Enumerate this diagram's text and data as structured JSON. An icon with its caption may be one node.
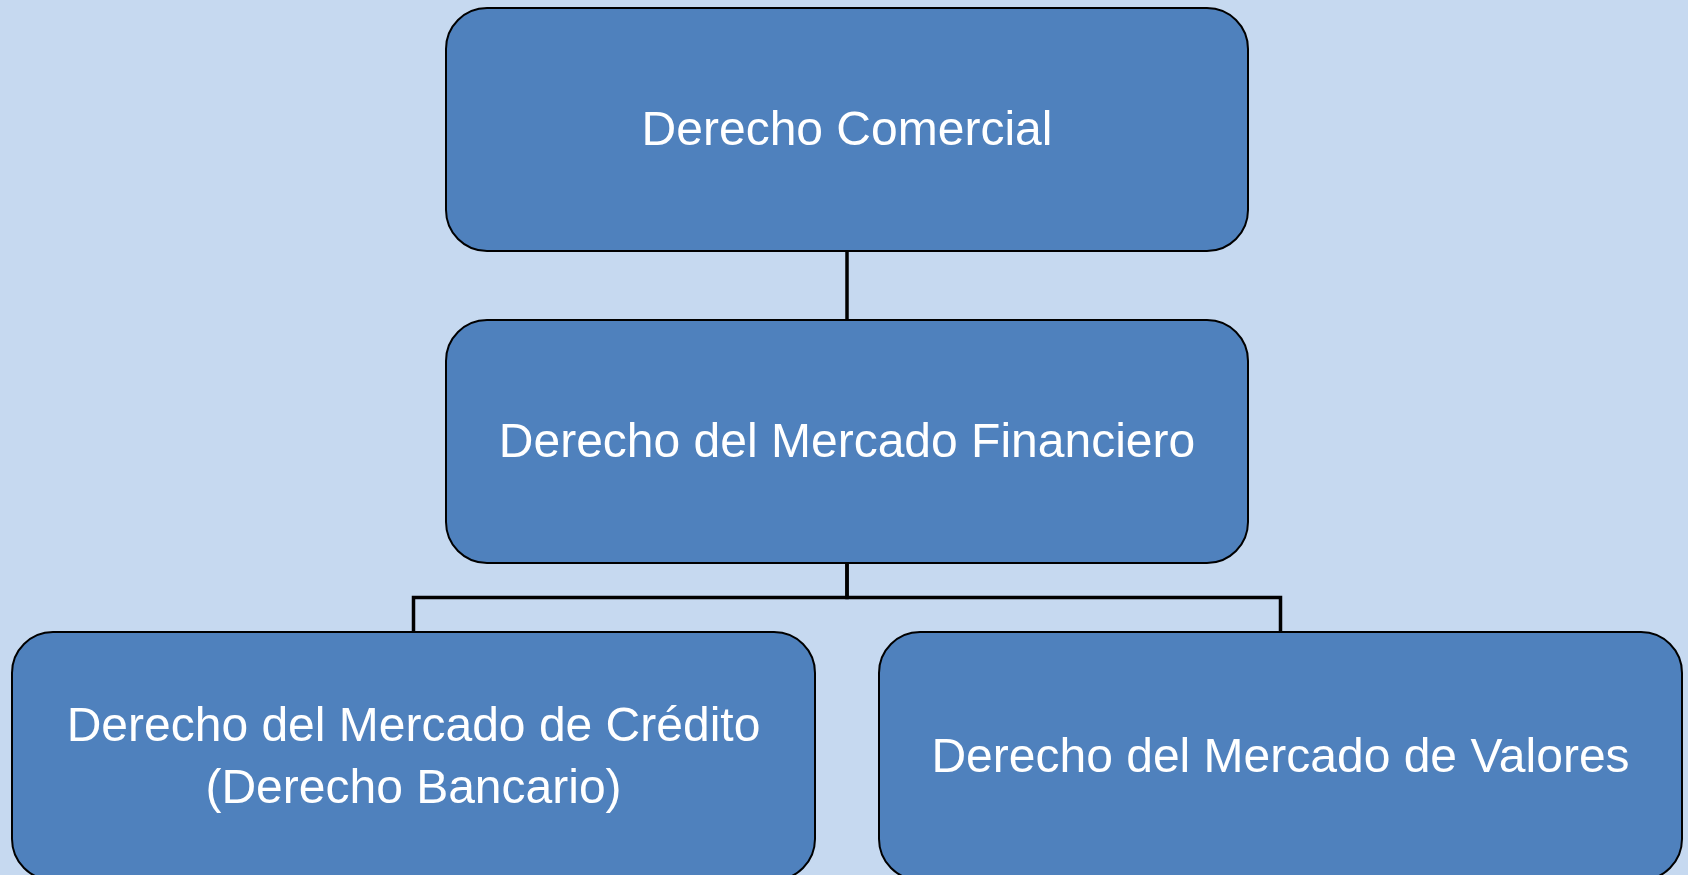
{
  "diagram": {
    "nodes": [
      {
        "text": [
          "Derecho Comercial"
        ]
      },
      {
        "text": [
          "Derecho del Mercado Financiero"
        ]
      },
      {
        "text": [
          "Derecho del Mercado de Crédito (Derecho Bancario)"
        ]
      },
      {
        "text": [
          "Derecho del Mercado de Valores"
        ]
      }
    ],
    "edges": [
      {
        "from": 0,
        "to": 1,
        "arrow": "none"
      },
      {
        "from": 1,
        "to": 2,
        "arrow": "none"
      },
      {
        "from": 1,
        "to": 3,
        "arrow": "none"
      }
    ]
  }
}
